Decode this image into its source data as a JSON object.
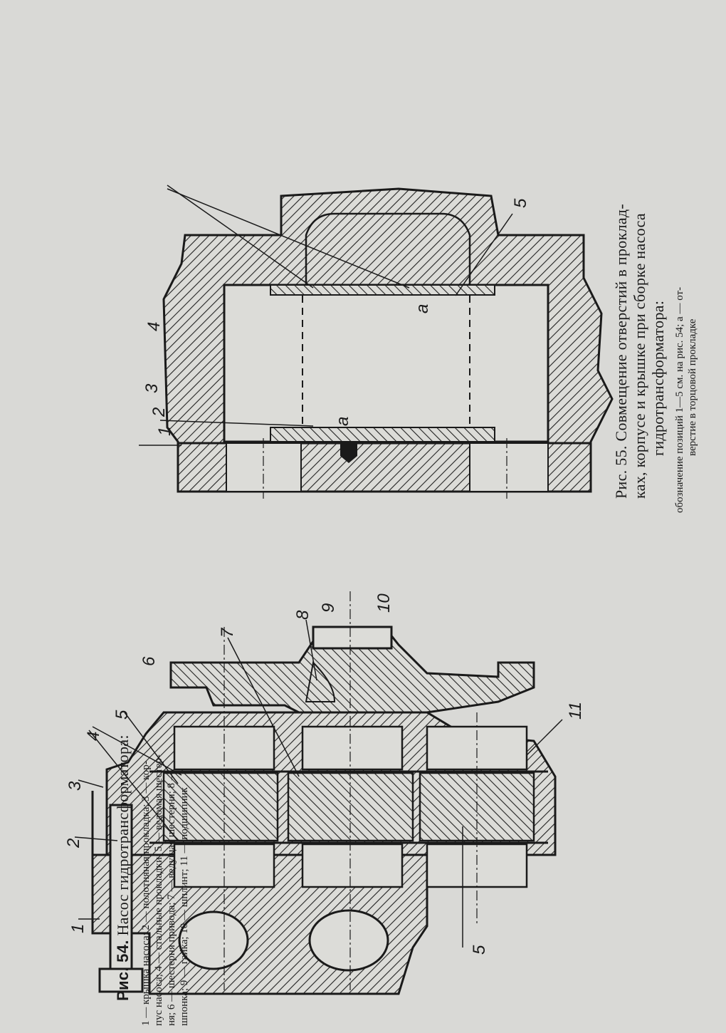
{
  "figure54": {
    "caption_number": "Рис. 54.",
    "caption_title": "Насос гидротрансформатора:",
    "legend_lines": [
      "1 — крышка насоса; 2 — полотняная прокладка; 3 — кор-",
      "пус насоса; 4 — стальные прокладки; 5 — ведомая шестер-",
      "ня; 6 — шестерня привода; 7 — ведущая шестерня; 8 —",
      "шпонка; 9 — гайка; 10 — шплинт; 11 — подшипник"
    ],
    "labels": [
      "1",
      "2",
      "3",
      "4",
      "5",
      "6",
      "7",
      "8",
      "9",
      "10",
      "11",
      "5"
    ]
  },
  "figure55": {
    "caption_lines": [
      "Рис. 55. Совмещение отверстий в проклад-",
      "ках, корпусе и крышке при сборке насоса",
      "гидротрансформатора:"
    ],
    "legend_lines": [
      "обозначение позиций 1—5 см. на рис. 54; а — от-",
      "верстие в торцовой прокладке"
    ],
    "labels": [
      "1",
      "2",
      "3",
      "4",
      "5",
      "а",
      "а"
    ]
  }
}
